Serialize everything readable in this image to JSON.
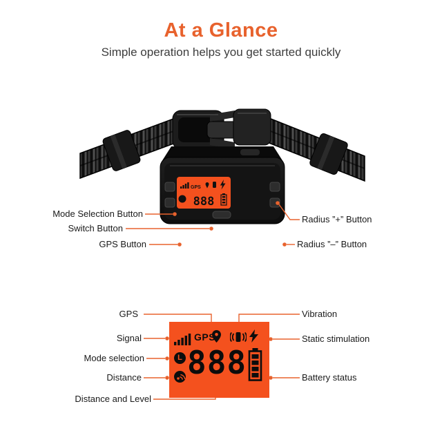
{
  "header": {
    "title": "At a Glance",
    "subtitle": "Simple operation helps you get started quickly"
  },
  "colors": {
    "accent": "#E8622D",
    "lcd_background": "#F4511E",
    "lcd_glyphs": "#0d0d0d",
    "collar": "#111111"
  },
  "device_callouts": {
    "left": [
      {
        "label": "Mode Selection Button"
      },
      {
        "label": "Switch Button"
      },
      {
        "label": "GPS Button"
      }
    ],
    "right": [
      {
        "label": "Radius ”+” Button"
      },
      {
        "label": "Radius ”–” Button"
      }
    ]
  },
  "lcd_callouts": {
    "left": [
      {
        "label": "GPS"
      },
      {
        "label": "Signal"
      },
      {
        "label": "Mode selection"
      },
      {
        "label": "Distance"
      },
      {
        "label": "Distance and Level"
      }
    ],
    "right": [
      {
        "label": "Vibration"
      },
      {
        "label": "Static stimulation"
      },
      {
        "label": "Battery status"
      }
    ]
  },
  "lcd": {
    "gps_text": "GPS",
    "digits": "888",
    "mode_letter": "L"
  },
  "mini_screen": {
    "gps_text": "GPS",
    "digits": "888"
  },
  "icons": {
    "signal": "signal-bars-icon",
    "gps_pin": "location-pin-icon",
    "vibration": "vibration-icon",
    "static_stimulation": "lightning-icon",
    "mode": "mode-l-icon",
    "distance": "distance-icon",
    "battery": "battery-icon"
  }
}
